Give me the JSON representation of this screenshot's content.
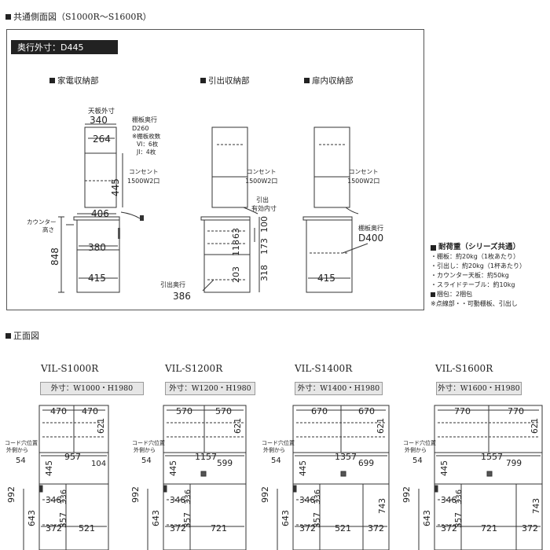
{
  "side_section": {
    "title": "共通側面図（S1000R〜S1600R）",
    "depth_label": "奥行外寸：D445",
    "views": [
      {
        "label": "家電収納部"
      },
      {
        "label": "引出収納部"
      },
      {
        "label": "扉内収納部"
      }
    ],
    "v1": {
      "top_label": "天板外寸",
      "top_dim": "340",
      "shelf_label_1": "棚板奥行",
      "shelf_label_2": "D260",
      "shelf_note_1": "※棚板枚数",
      "shelf_note_2": "VI：6枚",
      "shelf_note_3": "JI：4枚",
      "d264": "264",
      "outlet_1": "コンセント",
      "outlet_2": "1500W2口",
      "d445": "445",
      "d406": "406",
      "counter_1": "カウンター",
      "counter_2": "高さ",
      "d848": "848",
      "d380": "380",
      "d415": "415"
    },
    "v2": {
      "outlet_1": "コンセント",
      "outlet_2": "1500W2口",
      "draw_1": "引出",
      "draw_2": "有効内寸",
      "d100": "100",
      "d63": "63",
      "d118": "118",
      "d173": "173",
      "d203": "203",
      "d318": "318",
      "dr_label": "引出奥行",
      "d386": "386"
    },
    "v3": {
      "outlet_1": "コンセント",
      "outlet_2": "1500W2口",
      "shelf_1": "棚板奥行",
      "shelf_2": "D400",
      "d415": "415"
    }
  },
  "load": {
    "title": "耐荷重（シリーズ共通）",
    "lines": [
      "・棚板：約20kg（1枚あたり）",
      "・引出し：約20kg（1杯あたり）",
      "・カウンター天板：約50kg",
      "・スライドテーブル：約10kg"
    ],
    "pack": "梱包：2梱包",
    "note": "※点線部・・可動棚板、引出し"
  },
  "front_section": {
    "title": "正面図",
    "outlet_pos_1": "コード穴位置",
    "outlet_pos_2": "外側から",
    "models": [
      {
        "name": "VIL-S1000R",
        "spec": "外寸：W1000・H1980",
        "top": "470",
        "w": "957",
        "slide": "104",
        "b1": "372",
        "b2": "521",
        "pos": "54"
      },
      {
        "name": "VIL-S1200R",
        "spec": "外寸：W1200・H1980",
        "top": "570",
        "w": "1157",
        "slide": "599",
        "b1": "372",
        "b2": "721",
        "pos": "54"
      },
      {
        "name": "VIL-S1400R",
        "spec": "外寸：W1400・H1980",
        "top": "670",
        "w": "1357",
        "slide": "699",
        "b1": "372",
        "b2": "521",
        "b3": "372",
        "pos": "54"
      },
      {
        "name": "VIL-S1600R",
        "spec": "外寸：W1600・H1980",
        "top": "770",
        "w": "1557",
        "slide": "799",
        "b1": "372",
        "b2": "721",
        "b3": "372",
        "pos": "54"
      }
    ],
    "common": {
      "d621": "621",
      "d445": "445",
      "d346": "346",
      "d336": "336",
      "d357": "357",
      "d992": "992",
      "d643": "643",
      "d743": "743"
    }
  }
}
